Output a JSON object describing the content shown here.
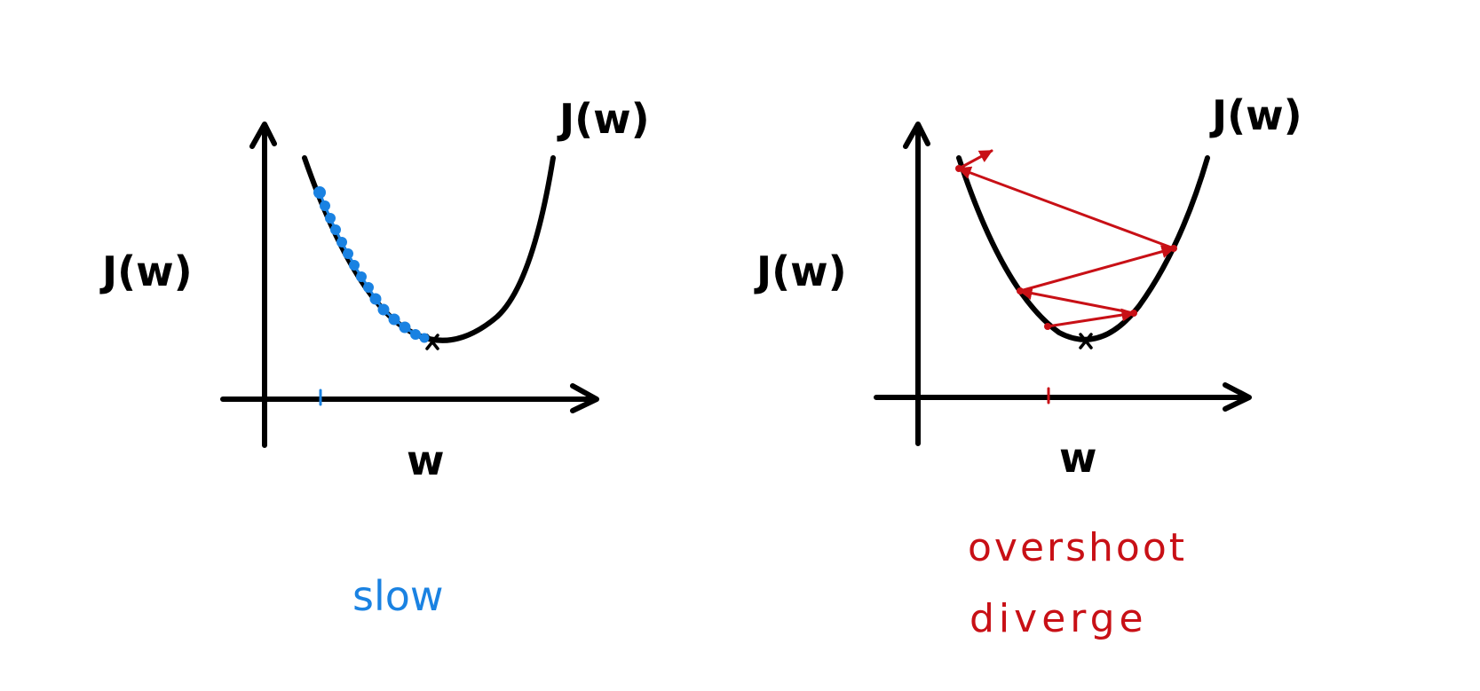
{
  "colors": {
    "ink": "#000000",
    "slow": "#1a82e2",
    "diverge": "#c81016"
  },
  "left_panel": {
    "y_axis_label": "J(w)",
    "curve_label": "J(w)",
    "x_axis_label": "w",
    "caption": "slow"
  },
  "right_panel": {
    "y_axis_label": "J(w)",
    "curve_label": "J(w)",
    "x_axis_label": "w",
    "caption_line1": "overshoot",
    "caption_line2": "diverge"
  }
}
